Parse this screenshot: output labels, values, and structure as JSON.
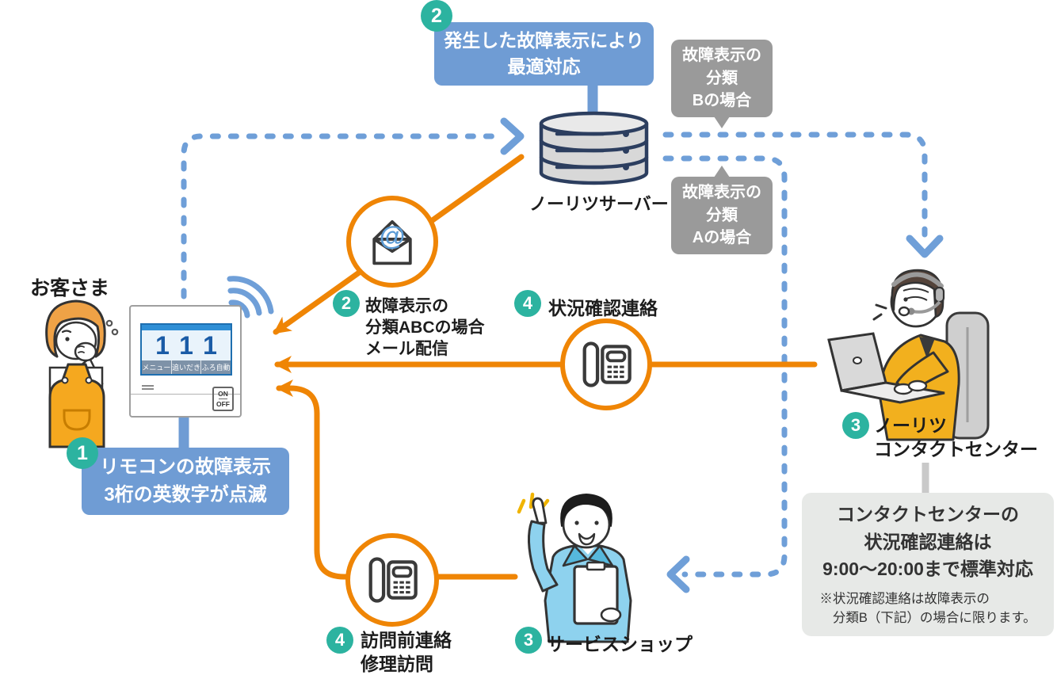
{
  "colors": {
    "accent_blue": "#6f9cd4",
    "accent_teal": "#2cb3a0",
    "accent_orange": "#ef8505",
    "callout_gray": "#9a9a9a",
    "note_bg": "#e7e9e7"
  },
  "icons": {
    "wifi": "wifi-signal-icon",
    "mail": "mail-at-icon",
    "phone_status": "phone-icon",
    "phone_visit": "phone-icon",
    "server": "database-server-icon"
  },
  "customer": {
    "label": "お客さま"
  },
  "remote": {
    "display_code": "111",
    "buttons": [
      "メニュー",
      "追いだき",
      "ふろ自動"
    ],
    "power_top": "ON",
    "power_bottom": "OFF"
  },
  "step1": {
    "number": "1",
    "lines": [
      "リモコンの故障表示",
      "3桁の英数字が点滅"
    ]
  },
  "step2_server": {
    "number": "2",
    "lines": [
      "発生した故障表示により",
      "最適対応"
    ]
  },
  "server": {
    "label": "ノーリツサーバー"
  },
  "case_b": {
    "lines": [
      "故障表示の",
      "分類",
      "Bの場合"
    ]
  },
  "case_a": {
    "lines": [
      "故障表示の",
      "分類",
      "Aの場合"
    ]
  },
  "step2_mail": {
    "number": "2",
    "lines": [
      "故障表示の",
      "分類ABCの場合",
      "メール配信"
    ]
  },
  "step4_status": {
    "number": "4",
    "label": "状況確認連絡"
  },
  "contact_center": {
    "number": "3",
    "lines": [
      "ノーリツ",
      "コンタクトセンター"
    ]
  },
  "note": {
    "lines": [
      "コンタクトセンターの",
      "状況確認連絡は",
      "9:00〜20:00まで標準対応"
    ],
    "fine_print": [
      "※状況確認連絡は故障表示の",
      "　分類B（下記）の場合に限ります。"
    ]
  },
  "service_shop": {
    "number": "3",
    "label": "サービスショップ"
  },
  "step4_visit": {
    "number": "4",
    "lines": [
      "訪問前連絡",
      "修理訪問"
    ]
  }
}
